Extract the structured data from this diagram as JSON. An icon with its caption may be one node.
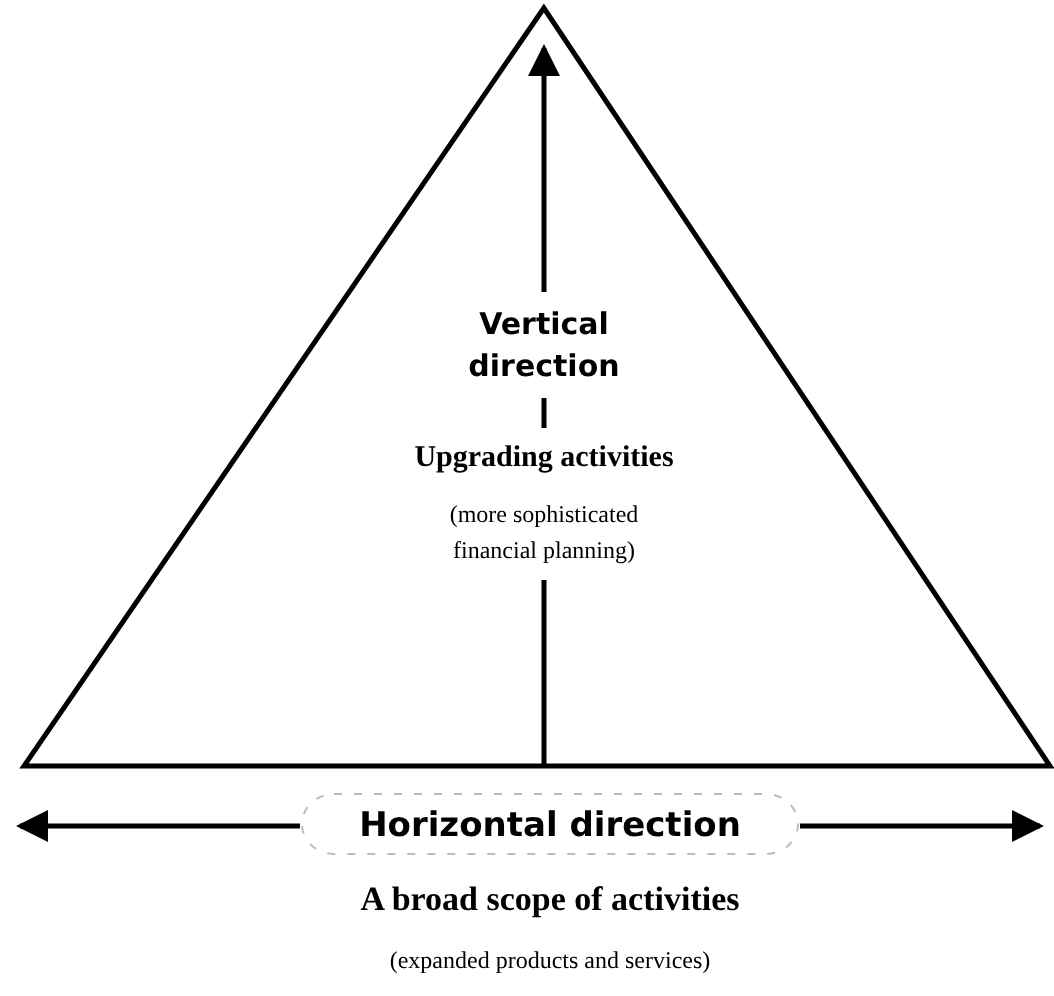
{
  "diagram": {
    "nodes": [
      {
        "text": [
          "Vertical direction",
          "Upgrading activities",
          "(more sophisticated financial planning)"
        ]
      },
      {
        "text": [
          "Horizontal direction"
        ],
        "beside": [
          "A broad scope of activities",
          "(expanded products and services)"
        ]
      }
    ],
    "edges": [
      {
        "from": 1,
        "to": null,
        "arrow": "to"
      },
      {
        "from": 1,
        "to": null,
        "arrow": "to"
      }
    ]
  }
}
